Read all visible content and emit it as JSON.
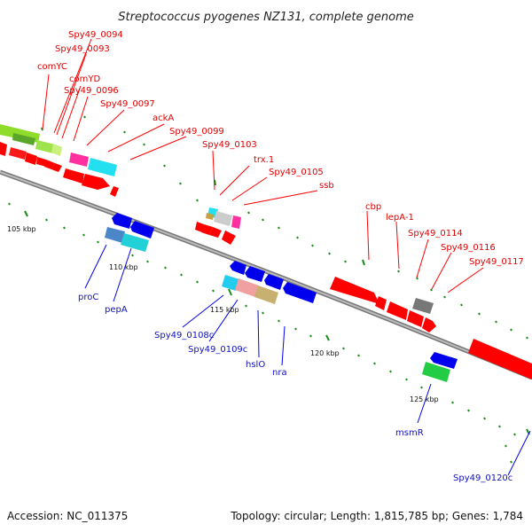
{
  "title": "Streptococcus pyogenes NZ131, complete genome",
  "footer": {
    "accession": "Accession: NC_011375",
    "summary": "Topology: circular; Length: 1,815,785 bp; Genes: 1,784"
  },
  "scale_labels": [
    "105 kbp",
    "110 kbp",
    "115 kbp",
    "120 kbp",
    "125 kbp"
  ],
  "colors": {
    "forward_gene": "#ff0000",
    "reverse_gene": "#0000ee",
    "backbone": "#999999",
    "tick": "#1a8a1a",
    "label_forward": "#e00000",
    "label_reverse": "#1010c0"
  },
  "forward_labels": [
    "Spy49_0094",
    "Spy49_0093",
    "comYC",
    "comYD",
    "Spy49_0096",
    "Spy49_0097",
    "ackA",
    "Spy49_0099",
    "Spy49_0103",
    "trx.1",
    "Spy49_0105",
    "ssb",
    "cbp",
    "lepA-1",
    "Spy49_0114",
    "Spy49_0116",
    "Spy49_0117"
  ],
  "reverse_labels": [
    "proC",
    "pepA",
    "Spy49_0108c",
    "Spy49_0109c",
    "hslO",
    "nra",
    "msmR",
    "Spy49_0120c"
  ]
}
